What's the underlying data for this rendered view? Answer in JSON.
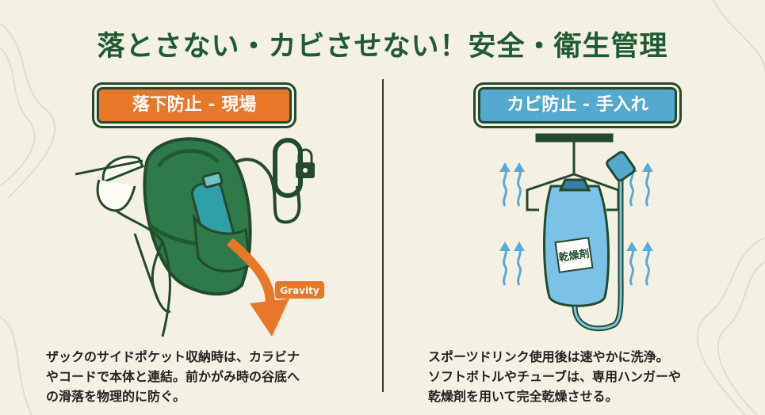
{
  "title": "落とさない・カビさせない！安全・衛生管理",
  "left_panel": {
    "badge": "落下防止 - 現場",
    "gravity_label": "Gravity",
    "description": "ザックのサイドポケット収納時は、カラビナ\nやコードで本体と連結。前かがみ時の谷底へ\nの滑落を物理的に防ぐ。",
    "icons": [
      "hiker-icon",
      "backpack-icon",
      "water-bottle-icon",
      "carabiner-icon",
      "padlock-icon",
      "gravity-arrow-icon"
    ]
  },
  "right_panel": {
    "badge": "カビ防止 - 手入れ",
    "packet_label": "乾燥剤",
    "description": "スポーツドリンク使用後は速やかに洗浄。\nソフトボトルやチューブは、専用ハンガーや\n乾燥剤を用いて完全乾燥させる。",
    "icons": [
      "hanger-icon",
      "hydration-bladder-icon",
      "tube-icon",
      "bite-valve-icon",
      "desiccant-packet-icon",
      "airflow-arrow-icon"
    ]
  },
  "colors": {
    "background": "#f4f1e4",
    "title": "#1f5a32",
    "orange_accent": "#e9772a",
    "blue_accent": "#55a9cf",
    "dark_green": "#234a2c"
  }
}
